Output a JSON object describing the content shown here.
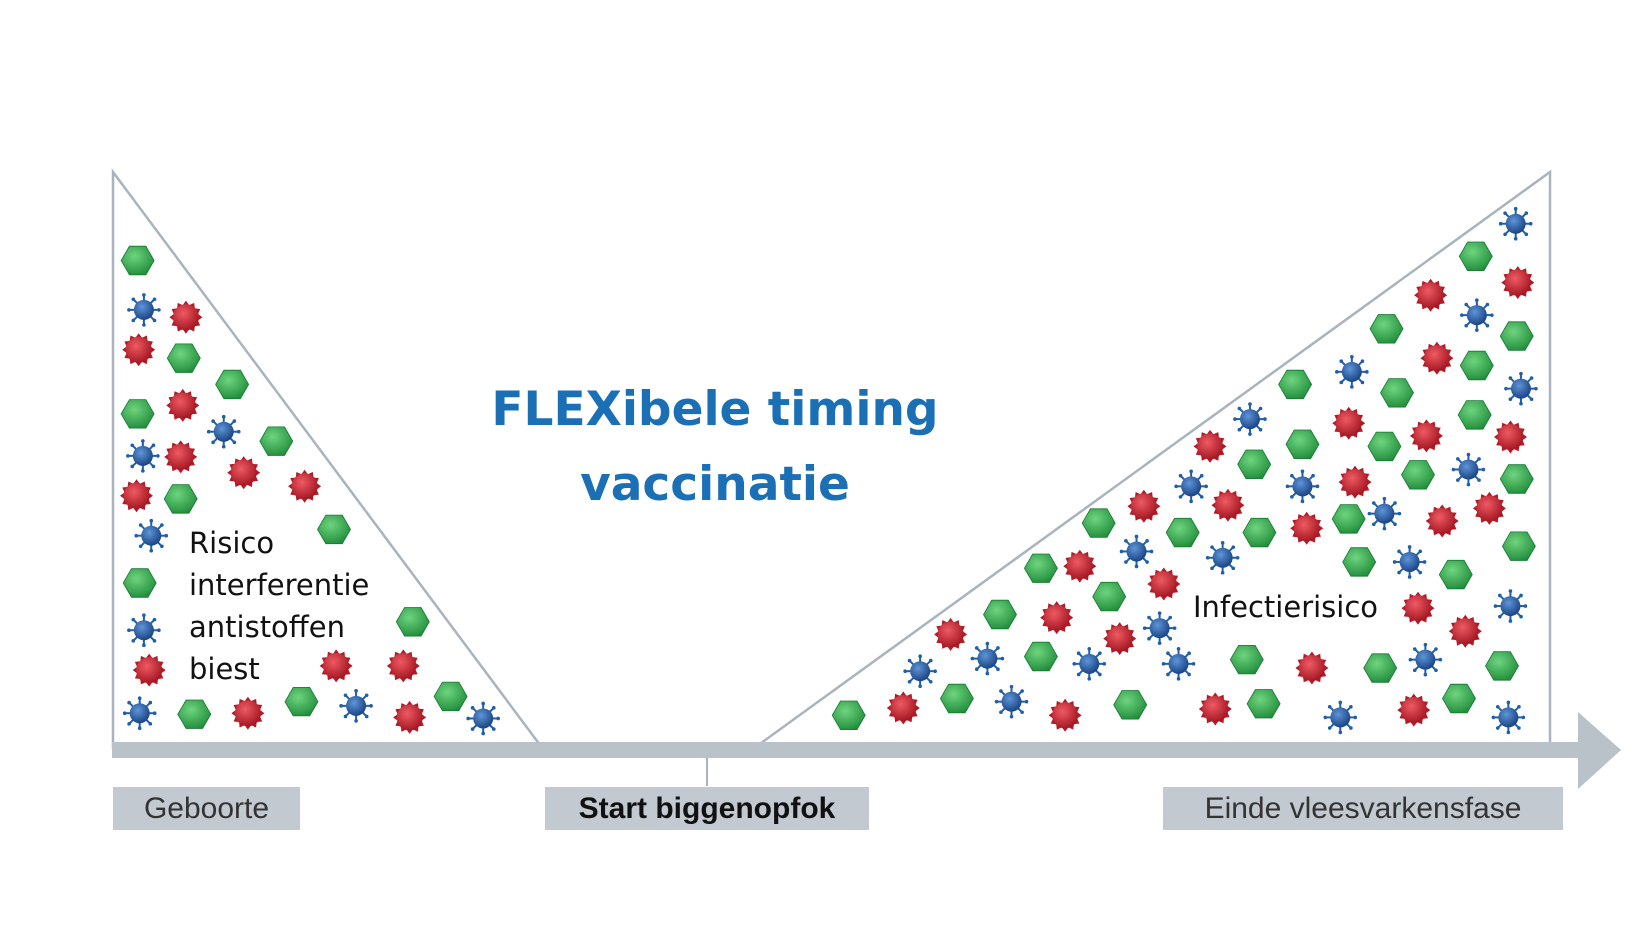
{
  "title": {
    "line1": "FLEXibele timing",
    "line2": "vaccinatie"
  },
  "left_zone": {
    "label_lines": [
      "Risico",
      "interferentie",
      "antistoffen",
      "biest"
    ]
  },
  "right_zone": {
    "label": "Infectierisico"
  },
  "timeline": {
    "start_label": "Geboorte",
    "middle_label": "Start biggenopfok",
    "end_label": "Einde vleesvarkensfase"
  },
  "colors": {
    "title": "#1a6fb5",
    "outline": "#a9b4bf",
    "timeline": "#b9c1c9",
    "label_box": "#c3c9d0",
    "green_particle": "#2eaa4a",
    "red_particle": "#cc2433",
    "blue_particle": "#1f5ea8"
  },
  "particle_icons": [
    "green-hexagon-icon",
    "red-spiky-icon",
    "blue-virus-icon"
  ]
}
